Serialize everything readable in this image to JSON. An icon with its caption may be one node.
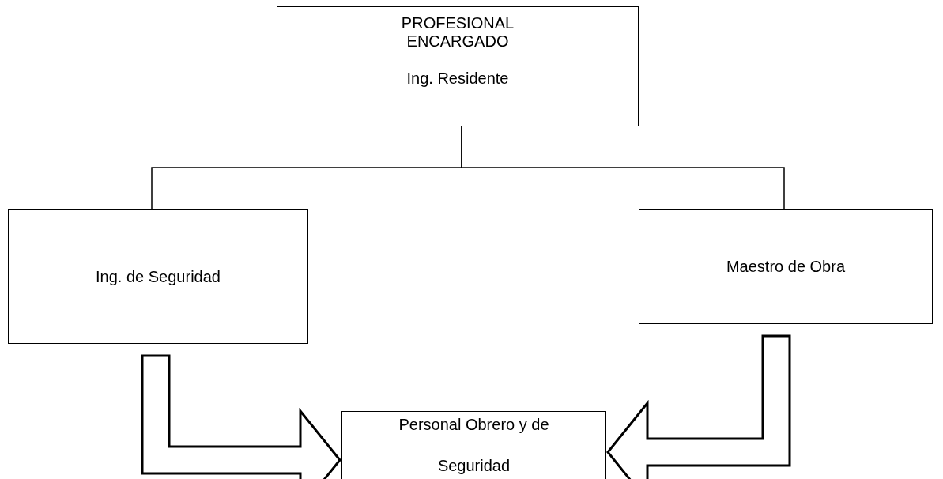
{
  "diagram": {
    "nodes": [
      {
        "text": [
          "PROFESIONAL ENCARGADO",
          "Ing. Residente"
        ]
      },
      {
        "text": [
          "Ing. de Seguridad"
        ]
      },
      {
        "text": [
          "Maestro de Obra"
        ]
      },
      {
        "text": [
          "Personal Obrero y de Seguridad"
        ]
      }
    ],
    "edges": [
      {
        "from": 0,
        "to": 1,
        "arrow": "none"
      },
      {
        "from": 0,
        "to": 2,
        "arrow": "none"
      },
      {
        "from": 1,
        "to": 3,
        "arrow": "to",
        "style": "thick"
      },
      {
        "from": 2,
        "to": 3,
        "arrow": "to",
        "style": "thick"
      }
    ]
  }
}
